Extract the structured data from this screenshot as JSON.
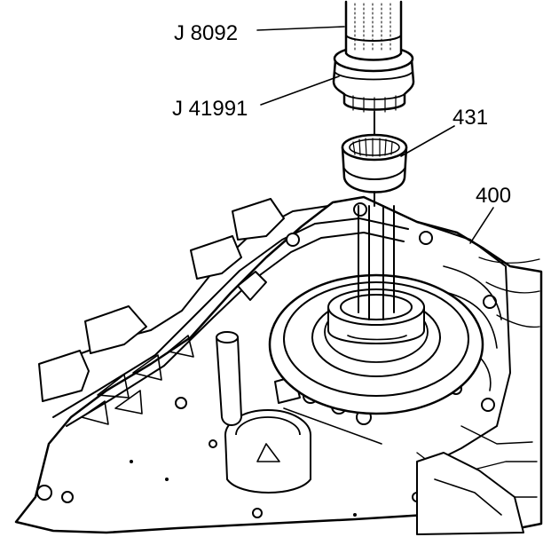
{
  "labels": {
    "tool_handle": "J 8092",
    "tool_installer": "J 41991",
    "bearing": "431",
    "case": "400"
  }
}
